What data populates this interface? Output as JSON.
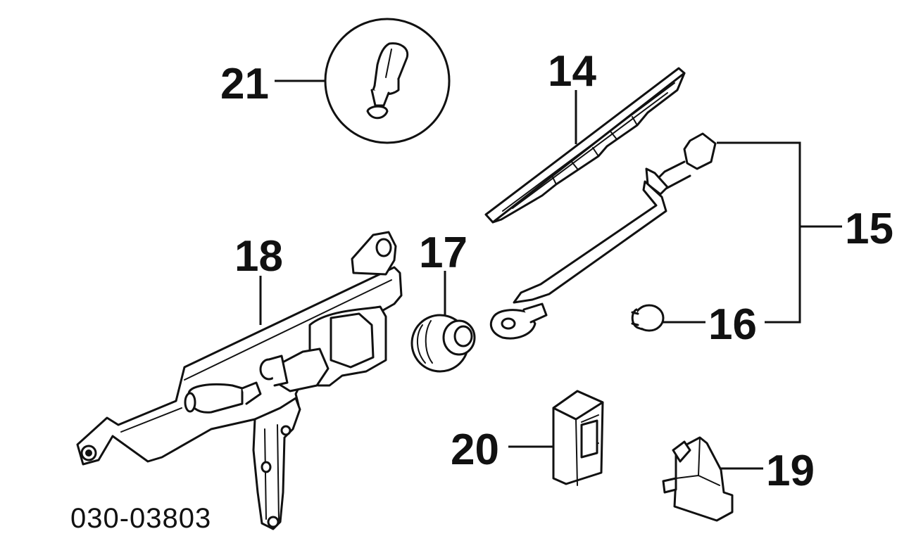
{
  "diagram": {
    "reference_code": "030-03803",
    "callouts": {
      "c14": "14",
      "c15": "15",
      "c16": "16",
      "c17": "17",
      "c18": "18",
      "c19": "19",
      "c20": "20",
      "c21": "21"
    }
  }
}
